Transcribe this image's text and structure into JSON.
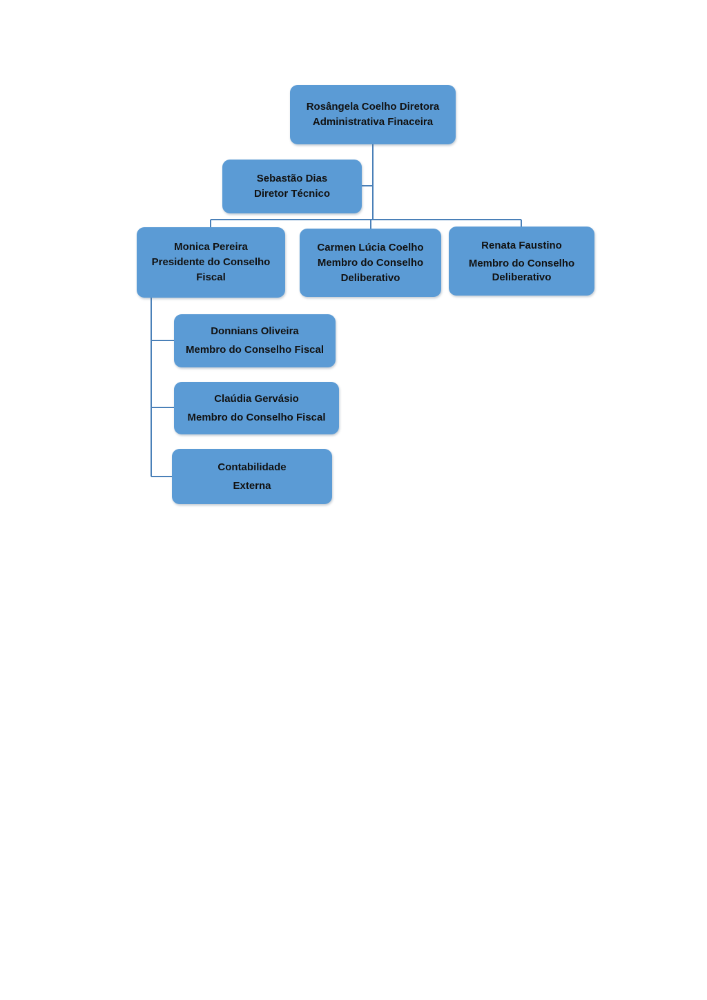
{
  "org_chart": {
    "director_admin": {
      "lines": [
        "Rosângela Coelho Diretora",
        "Administrativa Finaceira"
      ]
    },
    "director_tech": {
      "lines": [
        "Sebastão Dias",
        "Diretor Técnico"
      ]
    },
    "fiscal_president": {
      "lines": [
        "Monica Pereira",
        "Presidente do Conselho",
        "Fiscal"
      ]
    },
    "deliberative_member_1": {
      "lines": [
        "Carmen Lúcia Coelho",
        "Membro  do Conselho",
        "Deliberativo"
      ]
    },
    "deliberative_member_2": {
      "lines": [
        "Renata Faustino",
        "Membro  do Conselho",
        "Deliberativo"
      ]
    },
    "fiscal_member_1": {
      "lines": [
        "Donnians Oliveira",
        "Membro do Conselho Fiscal"
      ]
    },
    "fiscal_member_2": {
      "lines": [
        "Claúdia Gervásio",
        "Membro do Conselho Fiscal"
      ]
    },
    "external_accounting": {
      "lines": [
        "Contabilidade",
        "Externa"
      ]
    }
  },
  "colors": {
    "node_fill": "#5b9bd5",
    "connector": "#4a80b8",
    "text": "#111111"
  }
}
